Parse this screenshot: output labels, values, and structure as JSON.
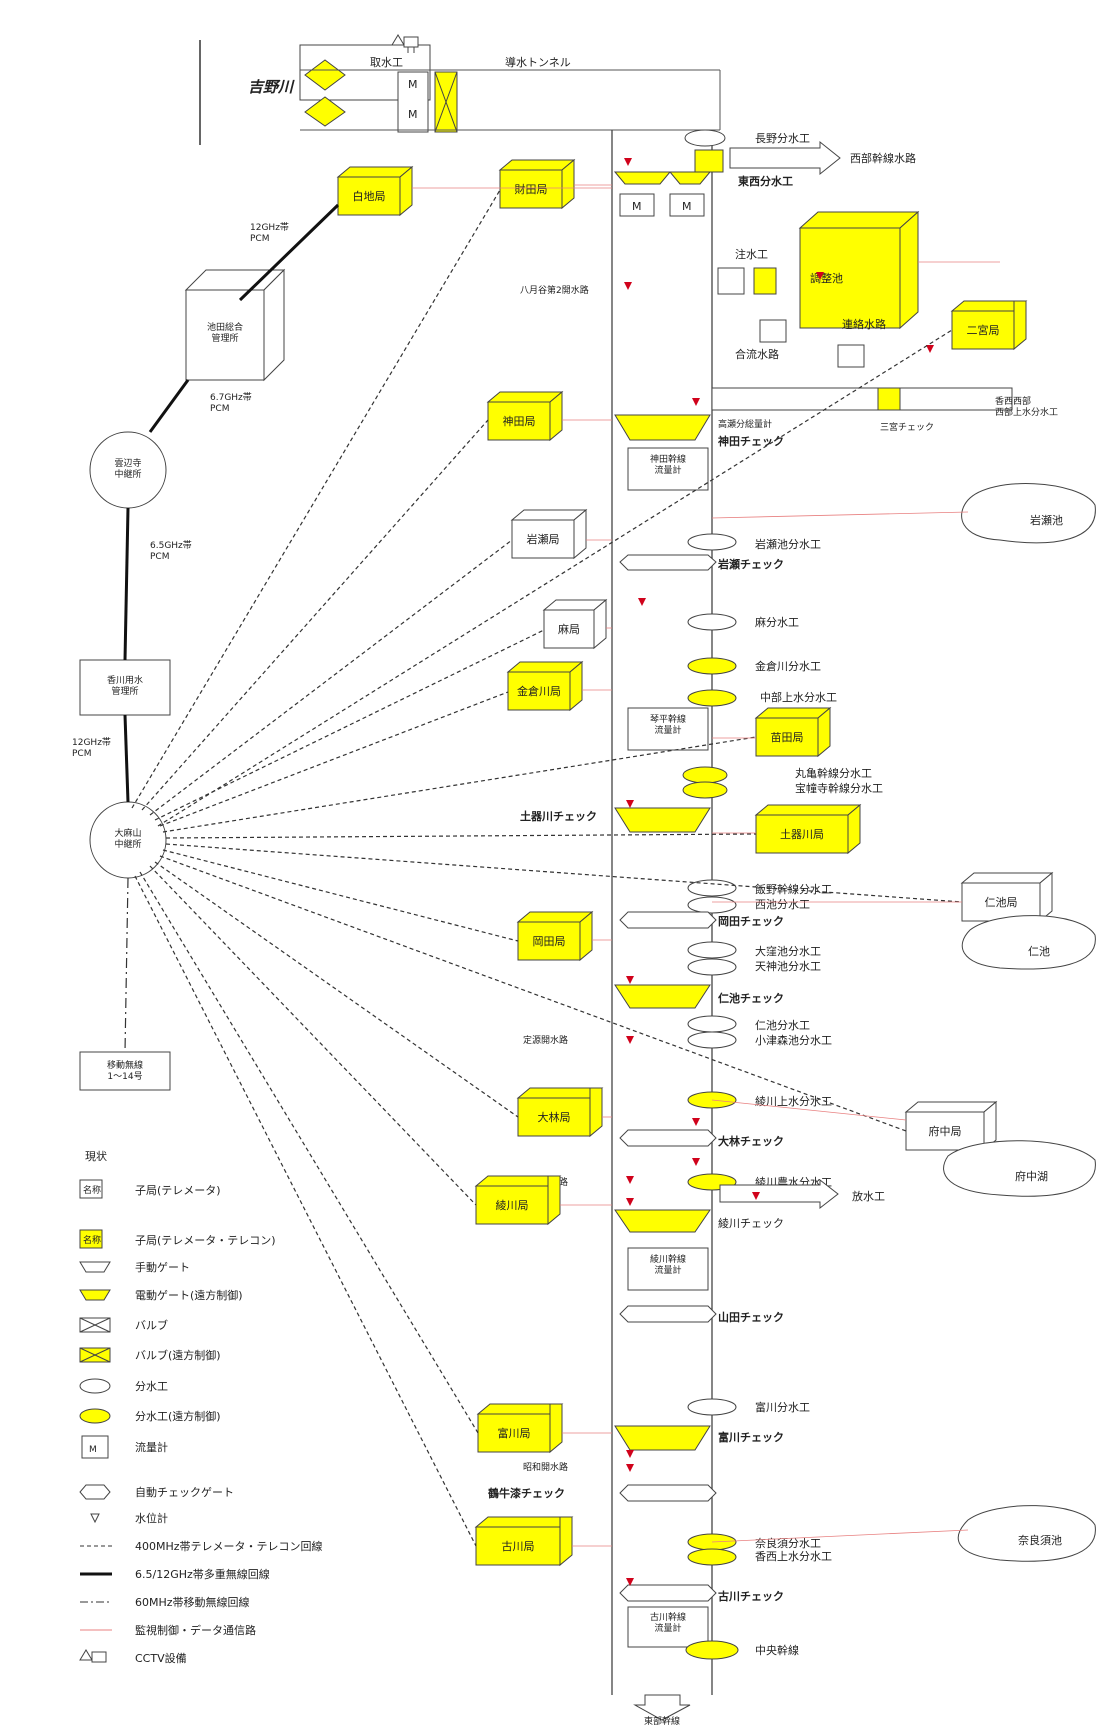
{
  "river": "吉野川",
  "intake": "取水工",
  "tunnel": "導水トンネル",
  "main_canal": {
    "branches": [
      {
        "label": "長野分水工",
        "outflow": "西部幹線水路"
      },
      {
        "label": "東西分水工"
      }
    ],
    "channels": {
      "hachigatsu": "八月谷第2開水路",
      "tsunagi": "注水工",
      "renraku": "連絡水路",
      "goryu": "合流水路",
      "kanda_flowmeter": "神田幹線\n流量計",
      "kotohira_flowmeter": "琴平幹線\n流量計",
      "ayagawa_flowmeter": "綾川幹線\n流量計",
      "furukawa_flowmeter": "古川幹線\n流量計",
      "teishin_kaisui": "定源開水路",
      "yaya_kaisui": "矢谷開水路",
      "showa_kaisui": "昭和開水路",
      "kan_kanda": "高瀬分総量計",
      "miyai": "三宮チェック",
      "mitoyo": "香西西部\n西部上水分水工",
      "end_text": "東部幹線"
    },
    "reservoir": "調整池",
    "checks": [
      "神田チェック",
      "岩瀬チェック",
      "土器川チェック",
      "岡田チェック",
      "仁池チェック",
      "大林チェック",
      "綾川チェック",
      "山田チェック",
      "富川チェック",
      "鶴牛漆チェック",
      "古川チェック"
    ],
    "divisions": [
      "岩瀬池分水工",
      "麻分水工",
      "金倉川分水工",
      "中部上水分水工",
      "丸亀幹線分水工",
      "宝幢寺幹線分水工",
      "飯野幹線分水工",
      "西池分水工",
      "大窪池分水工",
      "天神池分水工",
      "仁池分水工",
      "小津森池分水工",
      "綾川上水分水工",
      "綾川農水分水工",
      "富川分水工",
      "奈良須分水工",
      "香西上水分水工",
      "中央幹線"
    ],
    "release": "放水工"
  },
  "stations": {
    "shirachi": "白地局",
    "zaita": "財田局",
    "ikeda_office": "池田総合\n管理所",
    "unpenji": "雲辺寺\n中継所",
    "kagawa_office": "香川用水\n管理所",
    "oasayama": "大麻山\n中継所",
    "mobile": "移動無線\n1～14号",
    "kanda": "神田局",
    "iwase": "岩瀬局",
    "asa": "麻局",
    "kanakura": "金倉川局",
    "naeda": "苗田局",
    "dokigawa": "土器川局",
    "okada": "岡田局",
    "nii": "仁池局",
    "obayashi": "大林局",
    "fuchu": "府中局",
    "ayagawa": "綾川局",
    "tomikawa": "富川局",
    "furukawa": "古川局",
    "ninomiya": "二宮局"
  },
  "ponds": {
    "iwase": "岩瀬池",
    "nii": "仁池",
    "fuchu": "府中湖",
    "narasu": "奈良須池"
  },
  "links": {
    "l12a": "12GHz帯\nPCM",
    "l65": "6.5GHz帯\nPCM",
    "l12b": "12GHz帯\nPCM",
    "l_small": "6.7GHz帯\nPCM"
  },
  "legend": {
    "title": "現状",
    "items": [
      {
        "key": "telemeter",
        "label": "子局(テレメータ)",
        "icon_text": "名称"
      },
      {
        "key": "telecon",
        "label": "子局(テレメータ・テレコン)",
        "icon_text": "名称"
      },
      {
        "key": "manual_gate",
        "label": "手動ゲート"
      },
      {
        "key": "motor_gate",
        "label": "電動ゲート(遠方制御)"
      },
      {
        "key": "valve",
        "label": "バルブ"
      },
      {
        "key": "valve_remote",
        "label": "バルブ(遠方制御)"
      },
      {
        "key": "division",
        "label": "分水工"
      },
      {
        "key": "division_remote",
        "label": "分水工(遠方制御)"
      },
      {
        "key": "flowmeter",
        "label": "流量計",
        "icon_text": "M"
      },
      {
        "key": "auto_check",
        "label": "自動チェックゲート"
      },
      {
        "key": "level",
        "label": "水位計"
      },
      {
        "key": "r400",
        "label": "400MHz帯テレメータ・テレコン回線"
      },
      {
        "key": "r65",
        "label": "6.5/12GHz帯多重無線回線"
      },
      {
        "key": "r60",
        "label": "60MHz帯移動無線回線"
      },
      {
        "key": "data",
        "label": "監視制御・データ通信路"
      },
      {
        "key": "cctv",
        "label": "CCTV設備"
      }
    ]
  },
  "colors": {
    "yellow": "#ffff00",
    "red_line": "#e88080",
    "triangle": "#d0021b"
  }
}
